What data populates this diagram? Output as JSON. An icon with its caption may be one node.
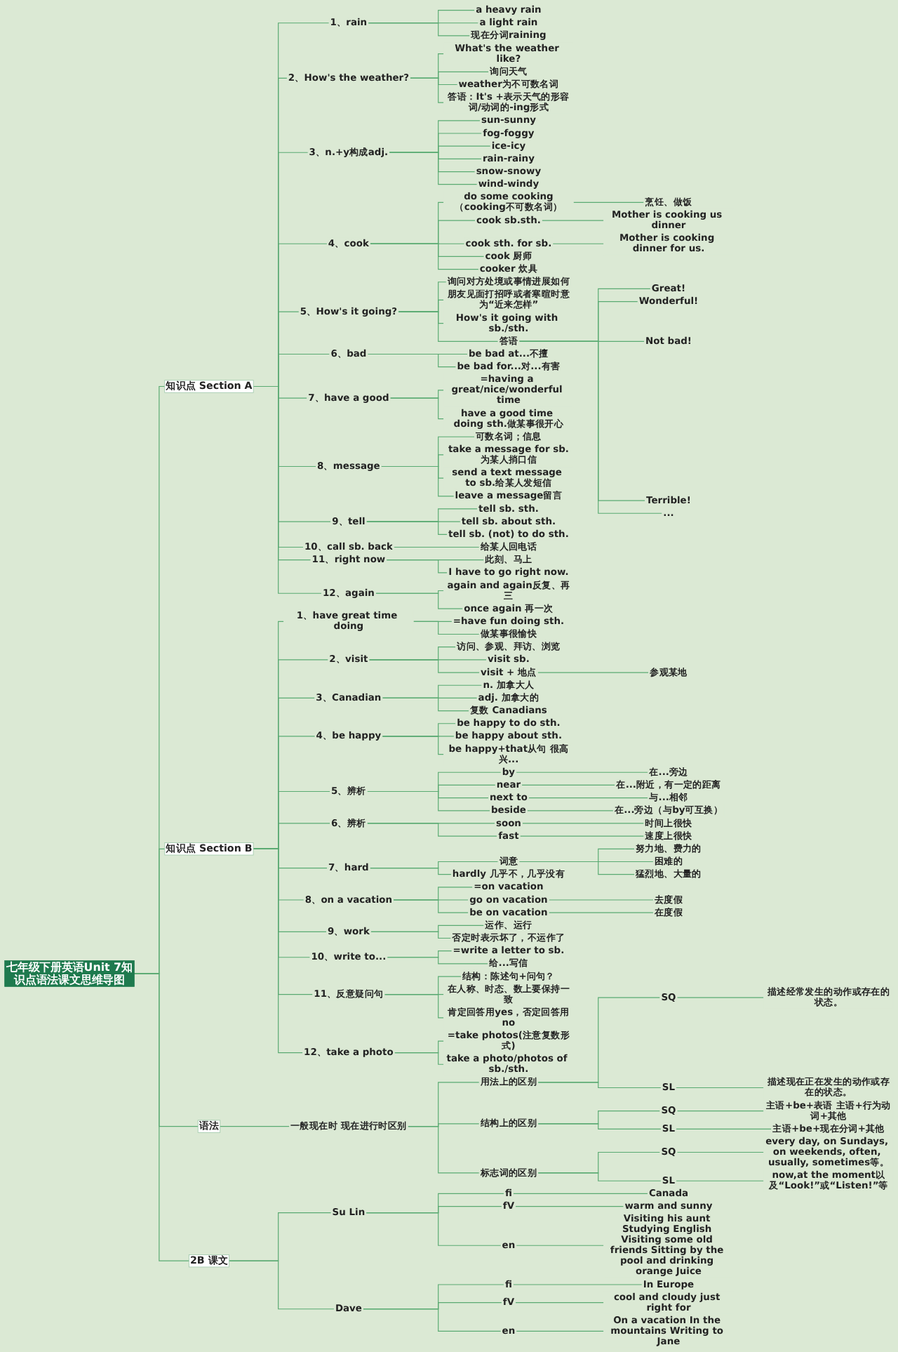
{
  "diagram": {
    "nodes": [
      {
        "text": [
          "七年级下册英语Unit 7知识点语法课文思维导图"
        ]
      },
      {
        "text": [
          "知识点 Section A"
        ]
      },
      {
        "text": [
          "1、rain"
        ]
      },
      {
        "text": [
          "a heavy rain"
        ]
      },
      {
        "text": [
          "a light rain"
        ]
      },
      {
        "text": [
          "现在分词raining"
        ]
      },
      {
        "text": [
          "2、How's the weather?"
        ]
      },
      {
        "text": [
          "What's the weather like?"
        ]
      },
      {
        "text": [
          "询问天气"
        ]
      },
      {
        "text": [
          "weather为不可数名词"
        ]
      },
      {
        "text": [
          "答语：It's +表示天气的形容词/动词的-ing形式"
        ]
      },
      {
        "text": [
          "3、n.+y构成adj."
        ]
      },
      {
        "text": [
          "sun-sunny"
        ]
      },
      {
        "text": [
          "fog-foggy"
        ]
      },
      {
        "text": [
          "ice-icy"
        ]
      },
      {
        "text": [
          "rain-rainy"
        ]
      },
      {
        "text": [
          "snow-snowy"
        ]
      },
      {
        "text": [
          "wind-windy"
        ]
      },
      {
        "text": [
          "4、cook"
        ]
      },
      {
        "text": [
          "do some cooking（cooking不可数名词）"
        ]
      },
      {
        "text": [
          "烹饪、做饭"
        ]
      },
      {
        "text": [
          "cook sb.sth."
        ]
      },
      {
        "text": [
          "Mother is cooking us dinner"
        ]
      },
      {
        "text": [
          "cook sth. for sb."
        ]
      },
      {
        "text": [
          "Mother is cooking dinner for us."
        ]
      },
      {
        "text": [
          "cook 厨师"
        ]
      },
      {
        "text": [
          "cooker 炊具"
        ]
      },
      {
        "text": [
          "5、How's it going?"
        ]
      },
      {
        "text": [
          "询问对方处境或事情进展如何"
        ]
      },
      {
        "text": [
          "朋友见面打招呼或者寒暄时意为“近来怎样”"
        ]
      },
      {
        "text": [
          "How's it going with sb./sth."
        ]
      },
      {
        "text": [
          "答语"
        ]
      },
      {
        "text": [
          "Great!"
        ]
      },
      {
        "text": [
          "Wonderful!"
        ]
      },
      {
        "text": [
          "Not bad!"
        ]
      },
      {
        "text": [
          "Terrible!"
        ]
      },
      {
        "text": [
          "..."
        ]
      },
      {
        "text": [
          "6、bad"
        ]
      },
      {
        "text": [
          "be bad at...不擅"
        ]
      },
      {
        "text": [
          "be bad for...对...有害"
        ]
      },
      {
        "text": [
          "7、have a good"
        ]
      },
      {
        "text": [
          "=having a great/nice/wonderful time"
        ]
      },
      {
        "text": [
          "have a good time doing sth.做某事很开心"
        ]
      },
      {
        "text": [
          "8、message"
        ]
      },
      {
        "text": [
          "可数名词；信息"
        ]
      },
      {
        "text": [
          "take a message for sb.为某人捎口信"
        ]
      },
      {
        "text": [
          "send a text message to sb.给某人发短信"
        ]
      },
      {
        "text": [
          "leave a message留言"
        ]
      },
      {
        "text": [
          "9、tell"
        ]
      },
      {
        "text": [
          "tell sb. sth."
        ]
      },
      {
        "text": [
          "tell sb. about sth."
        ]
      },
      {
        "text": [
          "tell sb. (not) to do sth."
        ]
      },
      {
        "text": [
          "10、call sb. back"
        ]
      },
      {
        "text": [
          "给某人回电话"
        ]
      },
      {
        "text": [
          "11、right now"
        ]
      },
      {
        "text": [
          "此刻、马上"
        ]
      },
      {
        "text": [
          "I have to go right now."
        ]
      },
      {
        "text": [
          "12、again"
        ]
      },
      {
        "text": [
          "again and again反复、再三"
        ]
      },
      {
        "text": [
          "once again 再一次"
        ]
      },
      {
        "text": [
          "知识点 Section B"
        ]
      },
      {
        "text": [
          "1、have great time doing"
        ]
      },
      {
        "text": [
          "=have fun doing sth."
        ]
      },
      {
        "text": [
          "做某事很愉快"
        ]
      },
      {
        "text": [
          "2、visit"
        ]
      },
      {
        "text": [
          "访问、参观、拜访、浏览"
        ]
      },
      {
        "text": [
          "visit sb."
        ]
      },
      {
        "text": [
          "visit + 地点"
        ]
      },
      {
        "text": [
          "参观某地"
        ]
      },
      {
        "text": [
          "3、Canadian"
        ]
      },
      {
        "text": [
          "n. 加拿大人"
        ]
      },
      {
        "text": [
          "adj. 加拿大的"
        ]
      },
      {
        "text": [
          "复数 Canadians"
        ]
      },
      {
        "text": [
          "4、be happy"
        ]
      },
      {
        "text": [
          "be happy to do sth."
        ]
      },
      {
        "text": [
          "be happy about sth."
        ]
      },
      {
        "text": [
          "be happy+that从句 很高兴..."
        ]
      },
      {
        "text": [
          "5、辨析"
        ]
      },
      {
        "text": [
          "by"
        ]
      },
      {
        "text": [
          "在...旁边"
        ]
      },
      {
        "text": [
          "near"
        ]
      },
      {
        "text": [
          "在...附近，有一定的距离"
        ]
      },
      {
        "text": [
          "next to"
        ]
      },
      {
        "text": [
          "与...相邻"
        ]
      },
      {
        "text": [
          "beside"
        ]
      },
      {
        "text": [
          "在...旁边（与by可互换）"
        ]
      },
      {
        "text": [
          "6、辨析"
        ]
      },
      {
        "text": [
          "soon"
        ]
      },
      {
        "text": [
          "时间上很快"
        ]
      },
      {
        "text": [
          "fast"
        ]
      },
      {
        "text": [
          "速度上很快"
        ]
      },
      {
        "text": [
          "7、hard"
        ]
      },
      {
        "text": [
          "词意"
        ]
      },
      {
        "text": [
          "努力地、费力的"
        ]
      },
      {
        "text": [
          "困难的"
        ]
      },
      {
        "text": [
          "猛烈地、大量的"
        ]
      },
      {
        "text": [
          "hardly 几乎不，几乎没有"
        ]
      },
      {
        "text": [
          "8、on a vacation"
        ]
      },
      {
        "text": [
          "=on vacation"
        ]
      },
      {
        "text": [
          "go on vacation"
        ]
      },
      {
        "text": [
          "去度假"
        ]
      },
      {
        "text": [
          "be on vacation"
        ]
      },
      {
        "text": [
          "在度假"
        ]
      },
      {
        "text": [
          "9、work"
        ]
      },
      {
        "text": [
          "运作、运行"
        ]
      },
      {
        "text": [
          "否定时表示坏了，不运作了"
        ]
      },
      {
        "text": [
          "10、write to..."
        ]
      },
      {
        "text": [
          "=write a letter to sb."
        ]
      },
      {
        "text": [
          "给...写信"
        ]
      },
      {
        "text": [
          "11、反意疑问句"
        ]
      },
      {
        "text": [
          "结构：陈述句+问句？"
        ]
      },
      {
        "text": [
          "在人称、时态、数上要保持一致"
        ]
      },
      {
        "text": [
          "肯定回答用yes，否定回答用no"
        ]
      },
      {
        "text": [
          "12、take a photo"
        ]
      },
      {
        "text": [
          "=take photos(注意复数形式)"
        ]
      },
      {
        "text": [
          "take a photo/photos of sb./sth."
        ]
      },
      {
        "text": [
          "语法"
        ]
      },
      {
        "text": [
          "一般现在时 现在进行时区别"
        ]
      },
      {
        "text": [
          "用法上的区别"
        ]
      },
      {
        "text": [
          "SQ"
        ]
      },
      {
        "text": [
          "描述经常发生的动作或存在的状态。"
        ]
      },
      {
        "text": [
          "SL"
        ]
      },
      {
        "text": [
          "描述现在正在发生的动作或存在的状态。"
        ]
      },
      {
        "text": [
          "结构上的区别"
        ]
      },
      {
        "text": [
          "SQ"
        ]
      },
      {
        "text": [
          "主语+be+表语 主语+行为动词+其他"
        ]
      },
      {
        "text": [
          "SL"
        ]
      },
      {
        "text": [
          "主语+be+现在分词+其他"
        ]
      },
      {
        "text": [
          "标志词的区别"
        ]
      },
      {
        "text": [
          "SQ"
        ]
      },
      {
        "text": [
          "every day, on Sundays, on weekends, often, usually, sometimes等。"
        ]
      },
      {
        "text": [
          "SL"
        ]
      },
      {
        "text": [
          "now,at the moment以及“Look!”或“Listen!”等"
        ]
      },
      {
        "text": [
          "2B 课文"
        ]
      },
      {
        "text": [
          "Su Lin"
        ]
      },
      {
        "text": [
          "fi"
        ]
      },
      {
        "text": [
          "Canada"
        ]
      },
      {
        "text": [
          "fV"
        ]
      },
      {
        "text": [
          "warm and sunny"
        ]
      },
      {
        "text": [
          "en"
        ]
      },
      {
        "text": [
          "Visiting his aunt Studying English Visiting some old friends Sitting by the pool and drinking orange Juice"
        ]
      },
      {
        "text": [
          "Dave"
        ]
      },
      {
        "text": [
          "fi"
        ]
      },
      {
        "text": [
          "In Europe"
        ]
      },
      {
        "text": [
          "fV"
        ]
      },
      {
        "text": [
          "cool and cloudy just right for"
        ]
      },
      {
        "text": [
          "en"
        ]
      },
      {
        "text": [
          "On a vacation In the mountains Writing to Jane"
        ]
      }
    ],
    "edges": [
      {
        "from": 0,
        "to": 1,
        "arrow": "none"
      },
      {
        "from": 1,
        "to": 2,
        "arrow": "none"
      },
      {
        "from": 2,
        "to": 3,
        "arrow": "none"
      },
      {
        "from": 2,
        "to": 4,
        "arrow": "none"
      },
      {
        "from": 2,
        "to": 5,
        "arrow": "none"
      },
      {
        "from": 1,
        "to": 6,
        "arrow": "none"
      },
      {
        "from": 6,
        "to": 7,
        "arrow": "none"
      },
      {
        "from": 6,
        "to": 8,
        "arrow": "none"
      },
      {
        "from": 6,
        "to": 9,
        "arrow": "none"
      },
      {
        "from": 6,
        "to": 10,
        "arrow": "none"
      },
      {
        "from": 1,
        "to": 11,
        "arrow": "none"
      },
      {
        "from": 11,
        "to": 12,
        "arrow": "none"
      },
      {
        "from": 11,
        "to": 13,
        "arrow": "none"
      },
      {
        "from": 11,
        "to": 14,
        "arrow": "none"
      },
      {
        "from": 11,
        "to": 15,
        "arrow": "none"
      },
      {
        "from": 11,
        "to": 16,
        "arrow": "none"
      },
      {
        "from": 11,
        "to": 17,
        "arrow": "none"
      },
      {
        "from": 1,
        "to": 18,
        "arrow": "none"
      },
      {
        "from": 18,
        "to": 19,
        "arrow": "none"
      },
      {
        "from": 19,
        "to": 20,
        "arrow": "none"
      },
      {
        "from": 18,
        "to": 21,
        "arrow": "none"
      },
      {
        "from": 21,
        "to": 22,
        "arrow": "none"
      },
      {
        "from": 18,
        "to": 23,
        "arrow": "none"
      },
      {
        "from": 23,
        "to": 24,
        "arrow": "none"
      },
      {
        "from": 18,
        "to": 25,
        "arrow": "none"
      },
      {
        "from": 18,
        "to": 26,
        "arrow": "none"
      },
      {
        "from": 1,
        "to": 27,
        "arrow": "none"
      },
      {
        "from": 27,
        "to": 28,
        "arrow": "none"
      },
      {
        "from": 27,
        "to": 29,
        "arrow": "none"
      },
      {
        "from": 27,
        "to": 30,
        "arrow": "none"
      },
      {
        "from": 27,
        "to": 31,
        "arrow": "none"
      },
      {
        "from": 31,
        "to": 32,
        "arrow": "none"
      },
      {
        "from": 31,
        "to": 33,
        "arrow": "none"
      },
      {
        "from": 31,
        "to": 34,
        "arrow": "none"
      },
      {
        "from": 31,
        "to": 35,
        "arrow": "none"
      },
      {
        "from": 31,
        "to": 36,
        "arrow": "none"
      },
      {
        "from": 1,
        "to": 37,
        "arrow": "none"
      },
      {
        "from": 37,
        "to": 38,
        "arrow": "none"
      },
      {
        "from": 37,
        "to": 39,
        "arrow": "none"
      },
      {
        "from": 1,
        "to": 40,
        "arrow": "none"
      },
      {
        "from": 40,
        "to": 41,
        "arrow": "none"
      },
      {
        "from": 40,
        "to": 42,
        "arrow": "none"
      },
      {
        "from": 1,
        "to": 43,
        "arrow": "none"
      },
      {
        "from": 43,
        "to": 44,
        "arrow": "none"
      },
      {
        "from": 43,
        "to": 45,
        "arrow": "none"
      },
      {
        "from": 43,
        "to": 46,
        "arrow": "none"
      },
      {
        "from": 43,
        "to": 47,
        "arrow": "none"
      },
      {
        "from": 1,
        "to": 48,
        "arrow": "none"
      },
      {
        "from": 48,
        "to": 49,
        "arrow": "none"
      },
      {
        "from": 48,
        "to": 50,
        "arrow": "none"
      },
      {
        "from": 48,
        "to": 51,
        "arrow": "none"
      },
      {
        "from": 1,
        "to": 52,
        "arrow": "none"
      },
      {
        "from": 52,
        "to": 53,
        "arrow": "none"
      },
      {
        "from": 1,
        "to": 54,
        "arrow": "none"
      },
      {
        "from": 54,
        "to": 55,
        "arrow": "none"
      },
      {
        "from": 54,
        "to": 56,
        "arrow": "none"
      },
      {
        "from": 1,
        "to": 57,
        "arrow": "none"
      },
      {
        "from": 57,
        "to": 58,
        "arrow": "none"
      },
      {
        "from": 57,
        "to": 59,
        "arrow": "none"
      },
      {
        "from": 0,
        "to": 60,
        "arrow": "none"
      },
      {
        "from": 60,
        "to": 61,
        "arrow": "none"
      },
      {
        "from": 61,
        "to": 62,
        "arrow": "none"
      },
      {
        "from": 61,
        "to": 63,
        "arrow": "none"
      },
      {
        "from": 60,
        "to": 64,
        "arrow": "none"
      },
      {
        "from": 64,
        "to": 65,
        "arrow": "none"
      },
      {
        "from": 64,
        "to": 66,
        "arrow": "none"
      },
      {
        "from": 64,
        "to": 67,
        "arrow": "none"
      },
      {
        "from": 67,
        "to": 68,
        "arrow": "none"
      },
      {
        "from": 60,
        "to": 69,
        "arrow": "none"
      },
      {
        "from": 69,
        "to": 70,
        "arrow": "none"
      },
      {
        "from": 69,
        "to": 71,
        "arrow": "none"
      },
      {
        "from": 69,
        "to": 72,
        "arrow": "none"
      },
      {
        "from": 60,
        "to": 73,
        "arrow": "none"
      },
      {
        "from": 73,
        "to": 74,
        "arrow": "none"
      },
      {
        "from": 73,
        "to": 75,
        "arrow": "none"
      },
      {
        "from": 73,
        "to": 76,
        "arrow": "none"
      },
      {
        "from": 60,
        "to": 77,
        "arrow": "none"
      },
      {
        "from": 77,
        "to": 78,
        "arrow": "none"
      },
      {
        "from": 78,
        "to": 79,
        "arrow": "none"
      },
      {
        "from": 77,
        "to": 80,
        "arrow": "none"
      },
      {
        "from": 80,
        "to": 81,
        "arrow": "none"
      },
      {
        "from": 77,
        "to": 82,
        "arrow": "none"
      },
      {
        "from": 82,
        "to": 83,
        "arrow": "none"
      },
      {
        "from": 77,
        "to": 84,
        "arrow": "none"
      },
      {
        "from": 84,
        "to": 85,
        "arrow": "none"
      },
      {
        "from": 60,
        "to": 86,
        "arrow": "none"
      },
      {
        "from": 86,
        "to": 87,
        "arrow": "none"
      },
      {
        "from": 87,
        "to": 88,
        "arrow": "none"
      },
      {
        "from": 86,
        "to": 89,
        "arrow": "none"
      },
      {
        "from": 89,
        "to": 90,
        "arrow": "none"
      },
      {
        "from": 60,
        "to": 91,
        "arrow": "none"
      },
      {
        "from": 91,
        "to": 92,
        "arrow": "none"
      },
      {
        "from": 92,
        "to": 93,
        "arrow": "none"
      },
      {
        "from": 92,
        "to": 94,
        "arrow": "none"
      },
      {
        "from": 92,
        "to": 95,
        "arrow": "none"
      },
      {
        "from": 91,
        "to": 96,
        "arrow": "none"
      },
      {
        "from": 60,
        "to": 97,
        "arrow": "none"
      },
      {
        "from": 97,
        "to": 98,
        "arrow": "none"
      },
      {
        "from": 97,
        "to": 99,
        "arrow": "none"
      },
      {
        "from": 99,
        "to": 100,
        "arrow": "none"
      },
      {
        "from": 97,
        "to": 101,
        "arrow": "none"
      },
      {
        "from": 101,
        "to": 102,
        "arrow": "none"
      },
      {
        "from": 60,
        "to": 103,
        "arrow": "none"
      },
      {
        "from": 103,
        "to": 104,
        "arrow": "none"
      },
      {
        "from": 103,
        "to": 105,
        "arrow": "none"
      },
      {
        "from": 60,
        "to": 106,
        "arrow": "none"
      },
      {
        "from": 106,
        "to": 107,
        "arrow": "none"
      },
      {
        "from": 106,
        "to": 108,
        "arrow": "none"
      },
      {
        "from": 60,
        "to": 109,
        "arrow": "none"
      },
      {
        "from": 109,
        "to": 110,
        "arrow": "none"
      },
      {
        "from": 109,
        "to": 111,
        "arrow": "none"
      },
      {
        "from": 109,
        "to": 112,
        "arrow": "none"
      },
      {
        "from": 60,
        "to": 113,
        "arrow": "none"
      },
      {
        "from": 113,
        "to": 114,
        "arrow": "none"
      },
      {
        "from": 113,
        "to": 115,
        "arrow": "none"
      },
      {
        "from": 0,
        "to": 116,
        "arrow": "none"
      },
      {
        "from": 116,
        "to": 117,
        "arrow": "none"
      },
      {
        "from": 117,
        "to": 118,
        "arrow": "none"
      },
      {
        "from": 118,
        "to": 119,
        "arrow": "none"
      },
      {
        "from": 119,
        "to": 120,
        "arrow": "none"
      },
      {
        "from": 118,
        "to": 121,
        "arrow": "none"
      },
      {
        "from": 121,
        "to": 122,
        "arrow": "none"
      },
      {
        "from": 117,
        "to": 123,
        "arrow": "none"
      },
      {
        "from": 123,
        "to": 124,
        "arrow": "none"
      },
      {
        "from": 124,
        "to": 125,
        "arrow": "none"
      },
      {
        "from": 123,
        "to": 126,
        "arrow": "none"
      },
      {
        "from": 126,
        "to": 127,
        "arrow": "none"
      },
      {
        "from": 117,
        "to": 128,
        "arrow": "none"
      },
      {
        "from": 128,
        "to": 129,
        "arrow": "none"
      },
      {
        "from": 129,
        "to": 130,
        "arrow": "none"
      },
      {
        "from": 128,
        "to": 131,
        "arrow": "none"
      },
      {
        "from": 131,
        "to": 132,
        "arrow": "none"
      },
      {
        "from": 0,
        "to": 133,
        "arrow": "none"
      },
      {
        "from": 133,
        "to": 134,
        "arrow": "none"
      },
      {
        "from": 134,
        "to": 135,
        "arrow": "none"
      },
      {
        "from": 135,
        "to": 136,
        "arrow": "none"
      },
      {
        "from": 134,
        "to": 137,
        "arrow": "none"
      },
      {
        "from": 137,
        "to": 138,
        "arrow": "none"
      },
      {
        "from": 134,
        "to": 139,
        "arrow": "none"
      },
      {
        "from": 139,
        "to": 140,
        "arrow": "none"
      },
      {
        "from": 133,
        "to": 141,
        "arrow": "none"
      },
      {
        "from": 141,
        "to": 142,
        "arrow": "none"
      },
      {
        "from": 142,
        "to": 143,
        "arrow": "none"
      },
      {
        "from": 141,
        "to": 144,
        "arrow": "none"
      },
      {
        "from": 144,
        "to": 145,
        "arrow": "none"
      },
      {
        "from": 141,
        "to": 146,
        "arrow": "none"
      },
      {
        "from": 146,
        "to": 147,
        "arrow": "none"
      }
    ]
  }
}
